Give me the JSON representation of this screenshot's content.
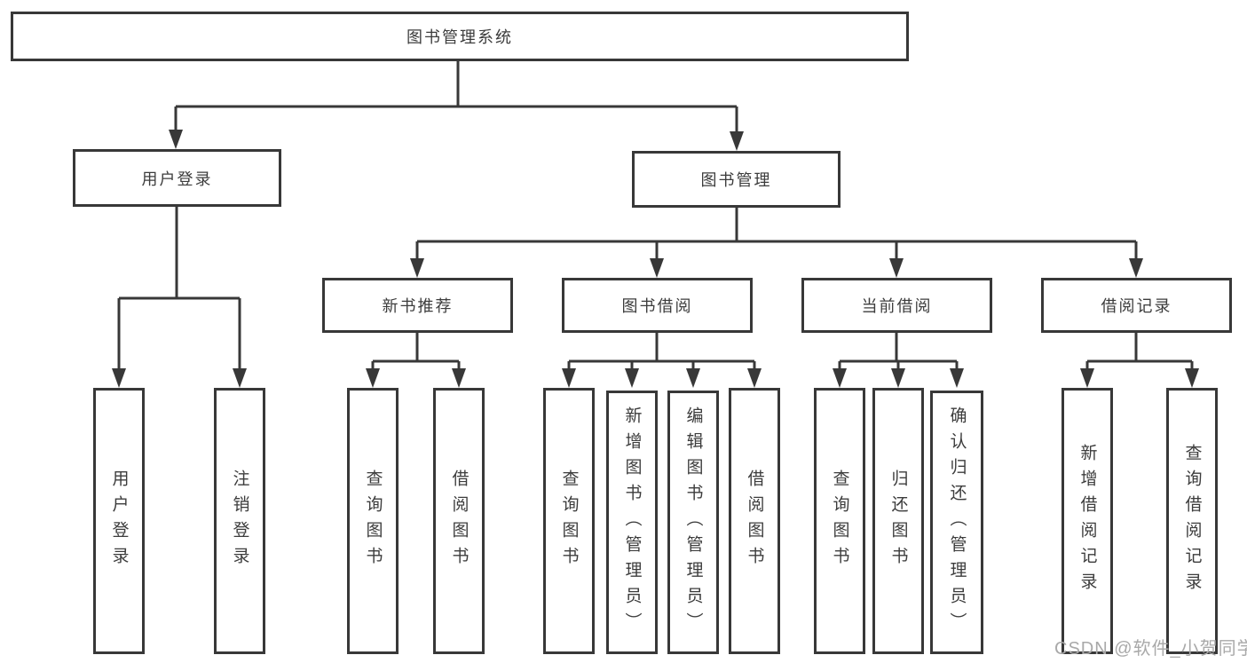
{
  "tree": {
    "root": {
      "label": "图书管理系统"
    },
    "user_login": {
      "label": "用户登录",
      "children": [
        "用户登录",
        "注销登录"
      ]
    },
    "book_mgmt": {
      "label": "图书管理"
    },
    "new_book_rec": {
      "label": "新书推荐",
      "children": [
        "查询图书",
        "借阅图书"
      ]
    },
    "book_borrow": {
      "label": "图书借阅",
      "children": [
        "查询图书",
        "新增图书（管理员）",
        "编辑图书（管理员）",
        "借阅图书"
      ]
    },
    "current_borrow": {
      "label": "当前借阅",
      "children": [
        "查询图书",
        "归还图书",
        "确认归还（管理员）"
      ]
    },
    "borrow_record": {
      "label": "借阅记录",
      "children": [
        "新增借阅记录",
        "查询借阅记录"
      ]
    }
  },
  "watermark": "CSDN @软件_小贺同学",
  "colors": {
    "line": "#383838",
    "text": "#3c3c3c",
    "watermark": "#a9a9a9",
    "background": "#ffffff"
  }
}
